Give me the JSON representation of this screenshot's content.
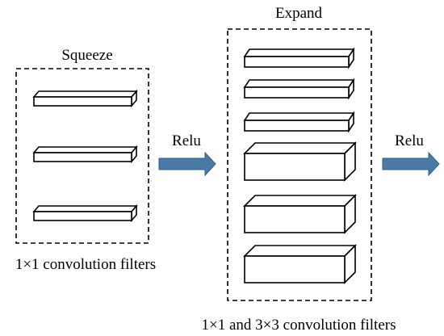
{
  "squeeze": {
    "title": "Squeeze",
    "caption": "1×1 convolution filters"
  },
  "expand": {
    "title": "Expand",
    "caption": "1×1 and 3×3 convolution filters"
  },
  "arrows": [
    {
      "label": "Relu"
    },
    {
      "label": "Relu"
    }
  ],
  "colors": {
    "arrow_fill": "#4a7ba7",
    "stroke": "#000000",
    "background": "#ffffff"
  }
}
